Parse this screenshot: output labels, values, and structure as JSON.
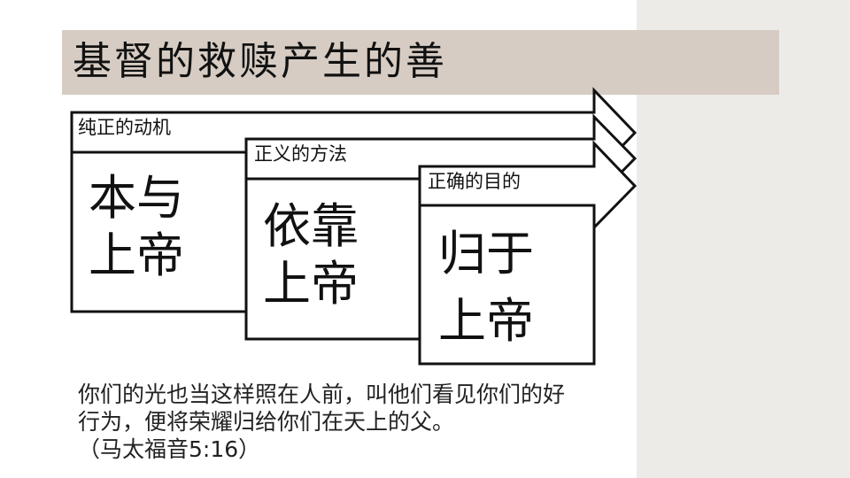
{
  "slide": {
    "title": "基督的救赎产生的善",
    "colors": {
      "title_bar": "#d6ccc3",
      "side_panel": "#ecebe7",
      "stroke": "#111111"
    },
    "steps": [
      {
        "arrow_label": "纯正的动机",
        "box_line1": "本与",
        "box_line2": "上帝"
      },
      {
        "arrow_label": "正义的方法",
        "box_line1": "依靠",
        "box_line2": "上帝"
      },
      {
        "arrow_label": "正确的目的",
        "box_line1": "归于",
        "box_line2": "上帝"
      }
    ],
    "quote": {
      "line1": "你们的光也当这样照在人前，叫他们看见你们的好",
      "line2": "行为，便将荣耀归给你们在天上的父。",
      "reference": "（马太福音5:16）"
    }
  }
}
